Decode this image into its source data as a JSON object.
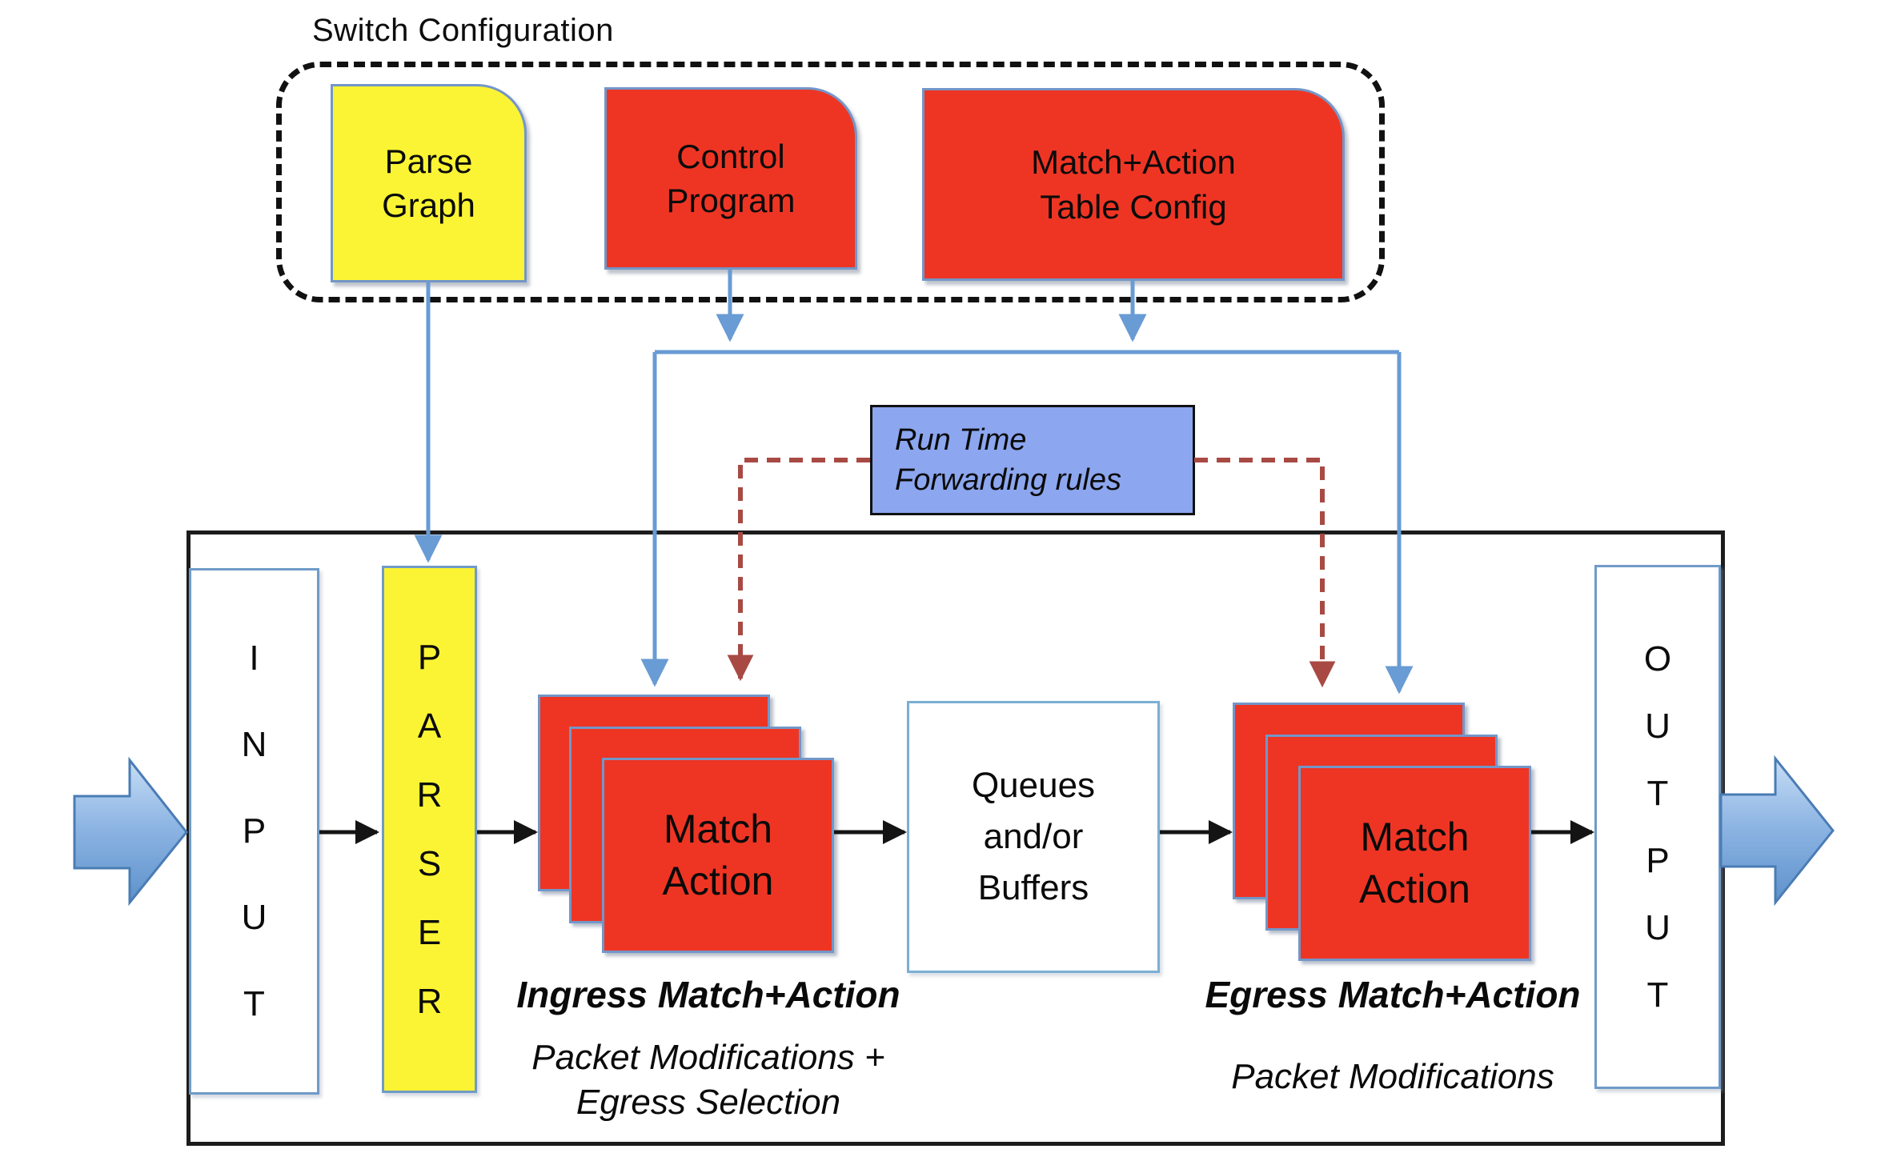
{
  "config": {
    "title": "Switch Configuration",
    "parse_graph": [
      "Parse",
      "Graph"
    ],
    "control_program": [
      "Control",
      "Program"
    ],
    "table_config": [
      "Match+Action",
      "Table Config"
    ]
  },
  "runtime": {
    "line1": "Run Time",
    "line2": "Forwarding rules"
  },
  "switchbox": {
    "input": "INPUT",
    "parser": "PARSER",
    "output": "OUTPUT",
    "match_action": [
      "Match",
      "Action"
    ],
    "queues": [
      "Queues",
      "and/or",
      "Buffers"
    ],
    "ingress_caption": "Ingress Match+Action",
    "ingress_note": [
      "Packet Modifications +",
      "Egress Selection"
    ],
    "egress_caption": "Egress Match+Action",
    "egress_note": "Packet Modifications"
  },
  "colors": {
    "box_red": "#EE3524",
    "box_yellow": "#FBF434",
    "line_blue": "#699BD4",
    "runtime_fill": "#8CA6EF",
    "dashed_red": "#A84A43"
  }
}
